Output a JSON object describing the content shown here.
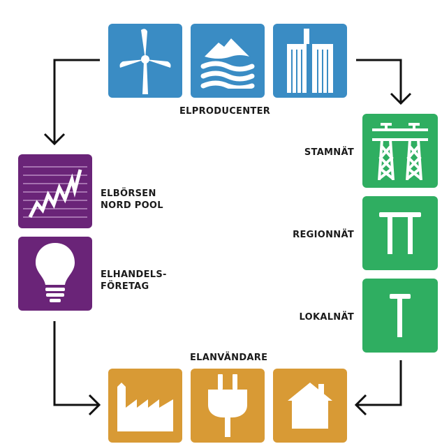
{
  "producers": {
    "label": "ELPRODUCENTER",
    "icons": [
      "wind-turbine-icon",
      "hydro-water-icon",
      "nuclear-plant-icon"
    ]
  },
  "grid": {
    "stamnat": "STAMNÄT",
    "regionnat": "REGIONNÄT",
    "lokalnat": "LOKALNÄT",
    "icons": [
      "transmission-tower-icon",
      "regional-pole-icon",
      "local-pole-icon"
    ]
  },
  "market": {
    "elborsen_line1": "ELBÖRSEN",
    "elborsen_line2": "NORD POOL",
    "elhandel_line1": "ELHANDELS-",
    "elhandel_line2": "FÖRETAG",
    "icons": [
      "stock-chart-icon",
      "light-bulb-icon"
    ]
  },
  "consumers": {
    "label": "ELANVÄNDARE",
    "icons": [
      "factory-icon",
      "electric-plug-icon",
      "house-icon"
    ]
  },
  "colors": {
    "producers": "#3a8cc4",
    "grid": "#2fae61",
    "market": "#6a2478",
    "consumers": "#d89a35",
    "arrows": "#111111"
  }
}
